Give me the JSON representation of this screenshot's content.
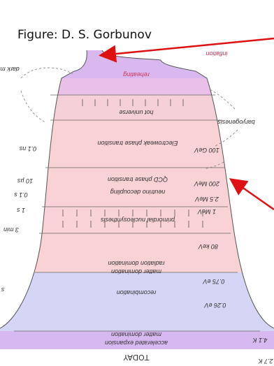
{
  "credit": "Figure: D. S. Gorbunov",
  "center_labels": {
    "inflation": "inflation",
    "reheating": "reheating",
    "hot_universe": "hot universe",
    "ew_transition": "Electroweak phase transition",
    "qcd_transition": "QCD phase transition",
    "neutrino_decoupling": "neutrino decoupling",
    "bbn": "primordial nucleosynthesis",
    "radiation_domination": "radiation domination",
    "matter_domination_1": "matter domination",
    "recombination": "recombination",
    "matter_domination_2": "matter domination",
    "accelerated_expansion": "accelerated expansion",
    "today": "TODAY"
  },
  "left_labels": {
    "dark_matter": "dark m",
    "t_01ns": "0.1 ns",
    "t_10us": "10 µs",
    "t_01s": "0.1 s",
    "t_1s": "1 s",
    "t_3min": "3 min",
    "t_s": "s"
  },
  "right_labels": {
    "baryogenesis": "baryogenesis",
    "e_100gev": "100 GeV",
    "e_200mev": "200 MeV",
    "e_25mev": "2.5 MeV",
    "e_1mev": "1 MeV",
    "e_80kev": "80 keV",
    "e_075ev": "0.75 eV",
    "e_026ev": "0.26 eV",
    "e_41k": "4.1 K",
    "e_27k": "2.7 K"
  },
  "colors": {
    "inflation": "#d9b8f0",
    "reheating": "#e8c0e8",
    "hot": "#f5d0d8",
    "early": "#f9d2d6",
    "late": "#d5d5f5",
    "accelerated": "#d8b8f0",
    "arrow": "#dd1111"
  }
}
